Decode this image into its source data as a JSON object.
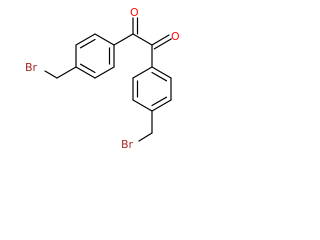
{
  "structure": {
    "atoms": [
      {
        "id": "O1",
        "label": "O",
        "color": "#ff0d0d"
      },
      {
        "id": "O2",
        "label": "O",
        "color": "#ff0d0d"
      },
      {
        "id": "Br1",
        "label": "Br",
        "color": "#a62929"
      },
      {
        "id": "Br2",
        "label": "Br",
        "color": "#a62929"
      }
    ]
  }
}
